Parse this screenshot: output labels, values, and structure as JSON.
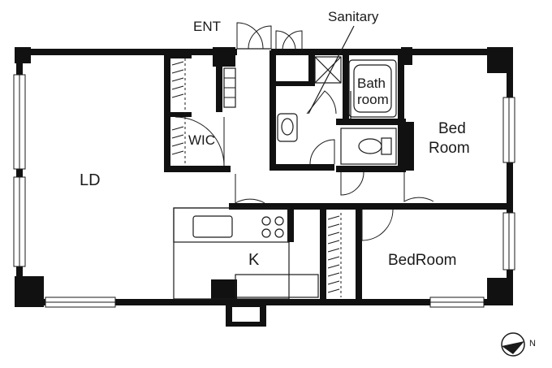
{
  "labels": {
    "ent": "ENT",
    "sanitary": "Sanitary",
    "bath_line1": "Bath",
    "bath_line2": "room",
    "bed_line1": "Bed",
    "bed_line2": "Room",
    "wic": "WIC",
    "ld": "LD",
    "k": "K",
    "bedroom2": "BedRoom"
  },
  "compass": {
    "north_label": "N"
  },
  "colors": {
    "wall": "#111111",
    "line": "#1a1a1a",
    "background": "#ffffff"
  }
}
